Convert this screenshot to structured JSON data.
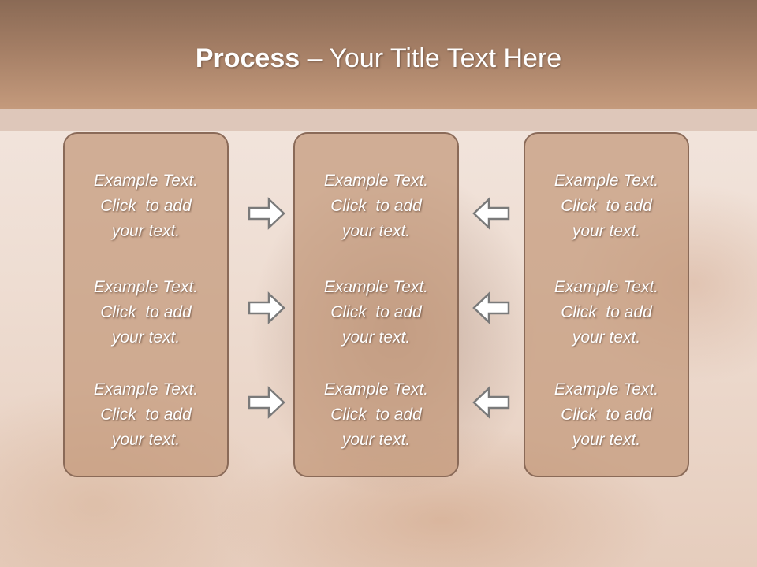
{
  "slide": {
    "title_bold": "Process",
    "title_rest": " – Your Title Text Here"
  },
  "panels": [
    {
      "items": [
        {
          "line1": "Example Text.",
          "line2": "Click  to add",
          "line3": "your text."
        },
        {
          "line1": "Example Text.",
          "line2": "Click  to add",
          "line3": "your text."
        },
        {
          "line1": "Example Text.",
          "line2": "Click  to add",
          "line3": "your text."
        }
      ]
    },
    {
      "items": [
        {
          "line1": "Example Text.",
          "line2": "Click  to add",
          "line3": "your text."
        },
        {
          "line1": "Example Text.",
          "line2": "Click  to add",
          "line3": "your text."
        },
        {
          "line1": "Example Text.",
          "line2": "Click  to add",
          "line3": "your text."
        }
      ]
    },
    {
      "items": [
        {
          "line1": "Example Text.",
          "line2": "Click  to add",
          "line3": "your text."
        },
        {
          "line1": "Example Text.",
          "line2": "Click  to add",
          "line3": "your text."
        },
        {
          "line1": "Example Text.",
          "line2": "Click  to add",
          "line3": "your text."
        }
      ]
    }
  ],
  "arrows": {
    "left_column": [
      "right-arrow-icon",
      "right-arrow-icon",
      "right-arrow-icon"
    ],
    "right_column": [
      "left-arrow-icon",
      "left-arrow-icon",
      "left-arrow-icon"
    ]
  },
  "colors": {
    "header": "#a47e65",
    "panel_fill": "#c4987a",
    "panel_border": "#8a6a58",
    "arrow_fill": "#ffffff",
    "arrow_stroke": "#7a7a7a"
  }
}
